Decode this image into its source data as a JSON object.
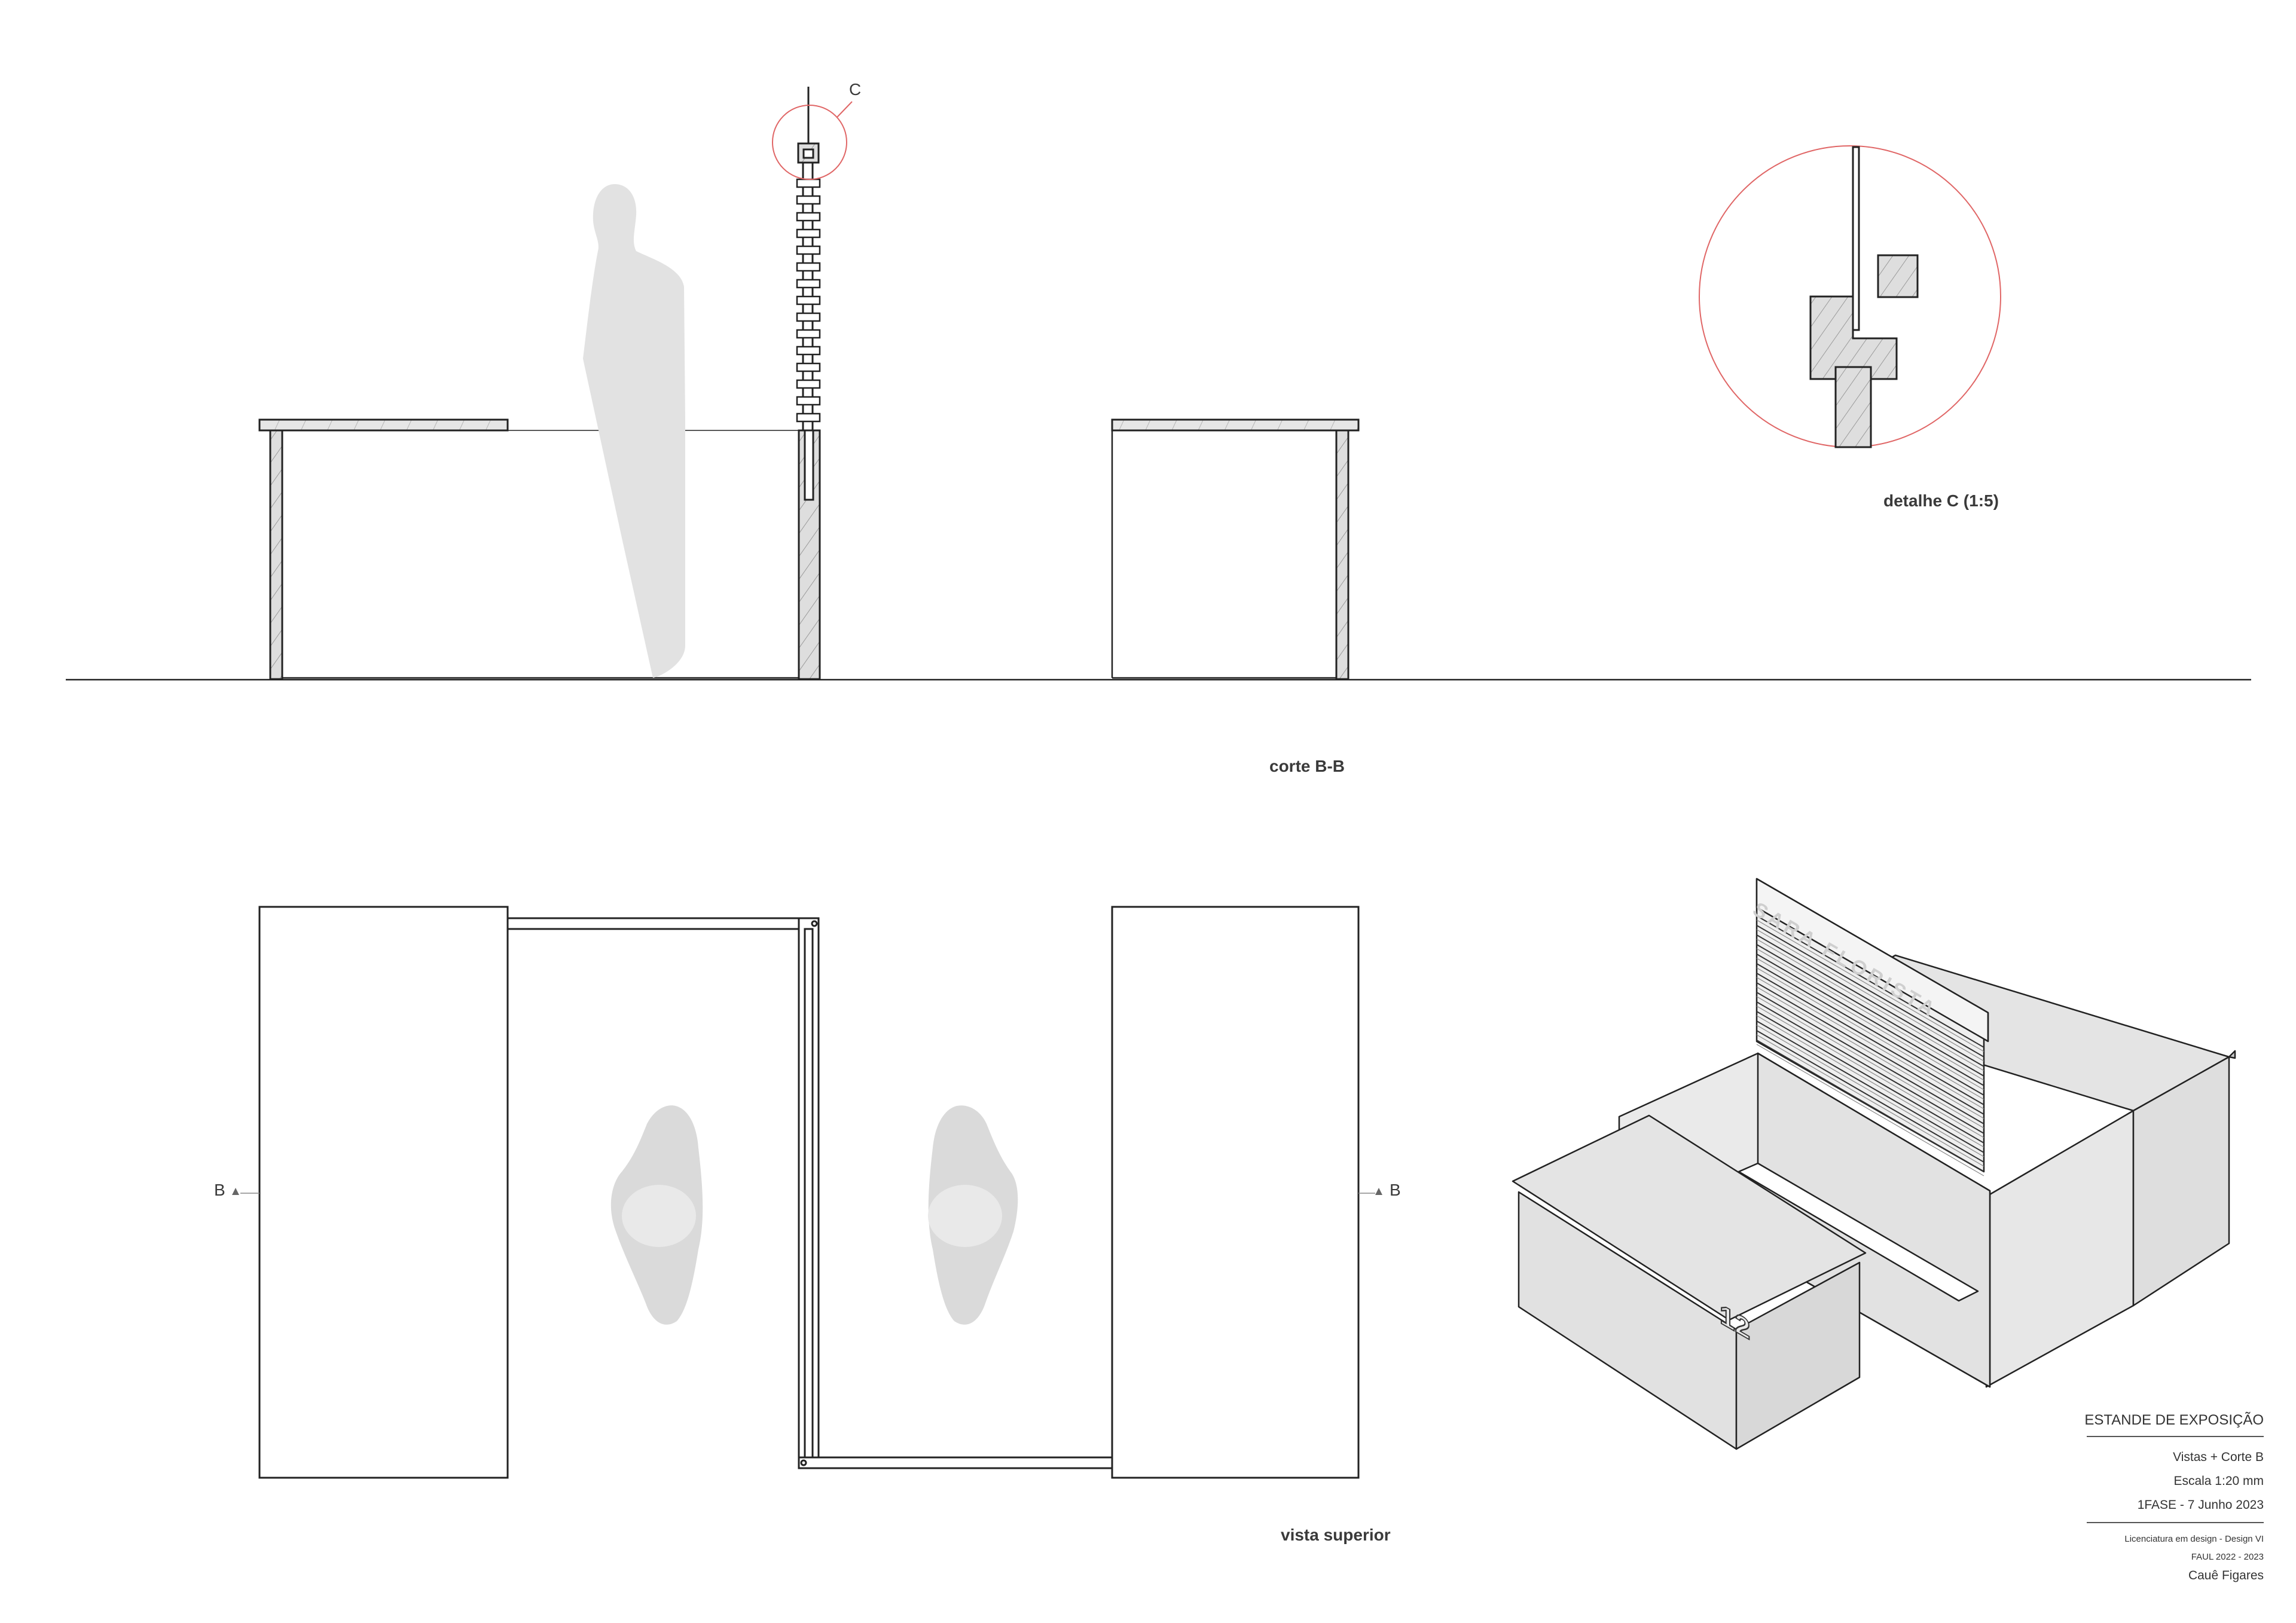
{
  "section": {
    "callout_letter": "C",
    "caption": "corte B-B"
  },
  "detail": {
    "caption": "detalhe C (1:5)"
  },
  "plan": {
    "caption": "vista superior",
    "cut_marker_left": "B",
    "cut_marker_right": "B"
  },
  "axonometric": {
    "sign_text": "SARA FLORISTA",
    "logo_mark": "12"
  },
  "title_block": {
    "title": "ESTANDE DE EXPOSIÇÃO",
    "sheet": "Vistas + Corte B",
    "scale": "Escala 1:20 mm",
    "phase_date": "1FASE - 7 Junho 2023",
    "course": "Licenciatura em design - Design VI",
    "school_year": "FAUL 2022 - 2023",
    "author": "Cauê Figares"
  },
  "colors": {
    "line": "#222222",
    "figure_fill": "#e2e2e2",
    "detail_circle": "#e06666",
    "hatch_fill": "#dcdcdc",
    "iso_face": "#e4e4e4"
  }
}
